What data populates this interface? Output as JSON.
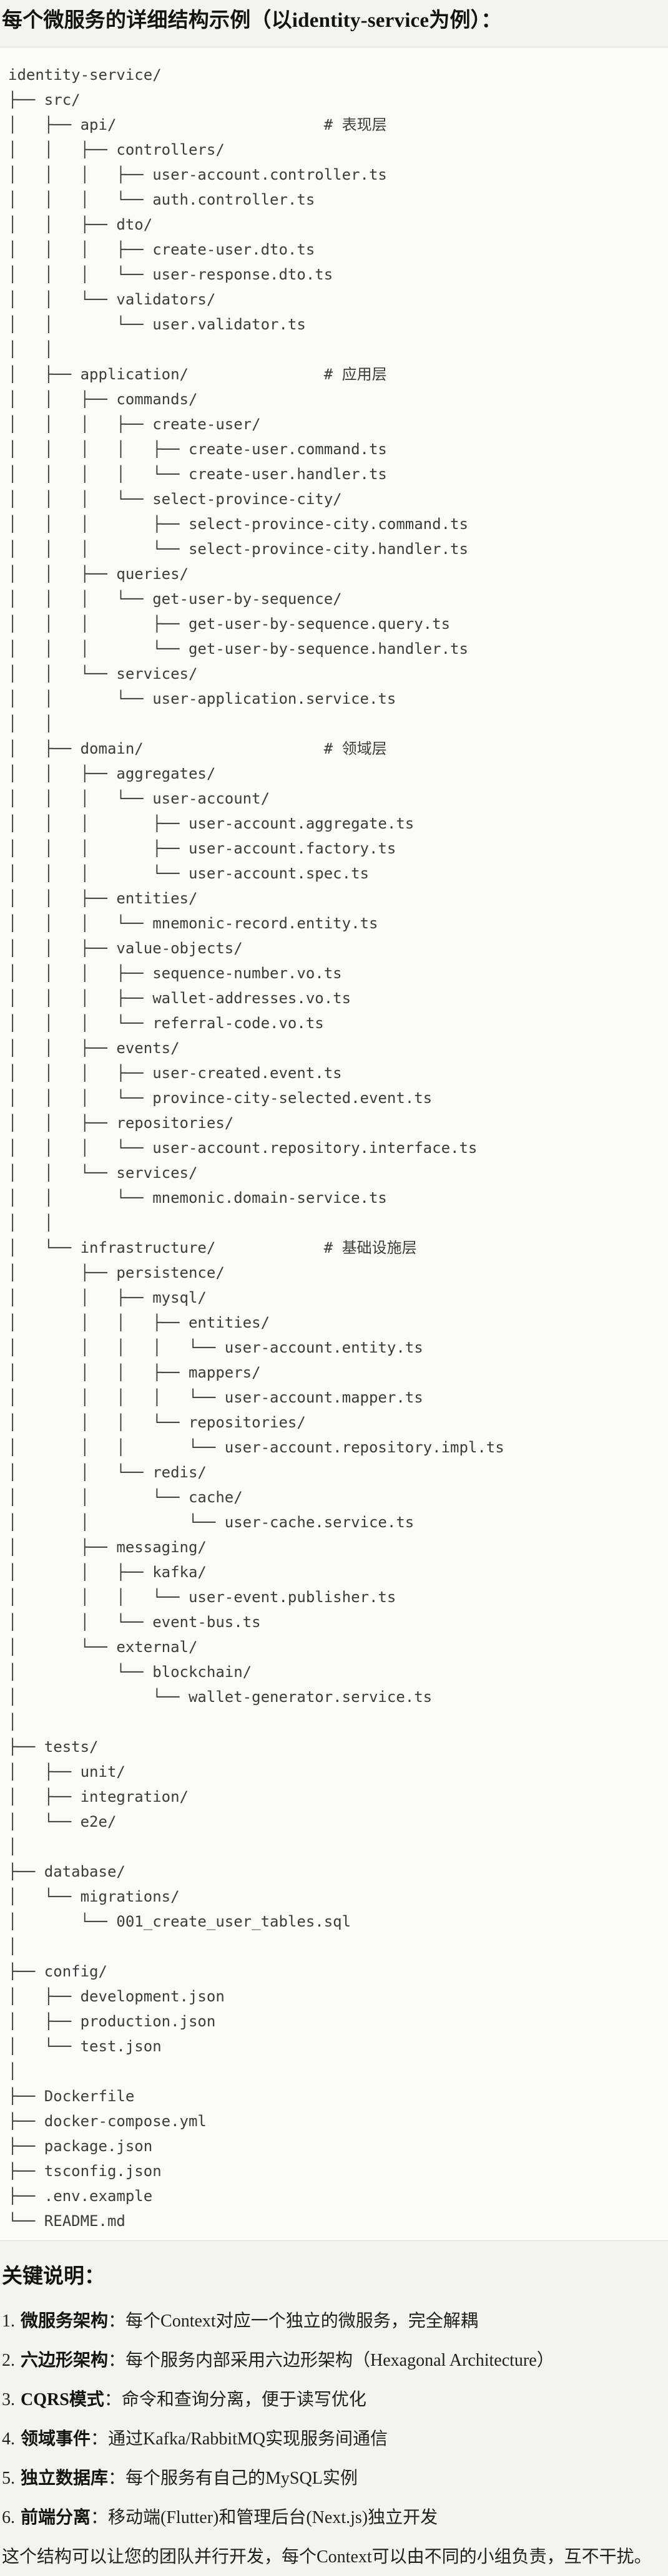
{
  "title": "每个微服务的详细结构示例（以identity-service为例）：",
  "tree": {
    "lines": [
      "identity-service/",
      "├── src/",
      "│   ├── api/                       # 表现层",
      "│   │   ├── controllers/",
      "│   │   │   ├── user-account.controller.ts",
      "│   │   │   └── auth.controller.ts",
      "│   │   ├── dto/",
      "│   │   │   ├── create-user.dto.ts",
      "│   │   │   └── user-response.dto.ts",
      "│   │   └── validators/",
      "│   │       └── user.validator.ts",
      "│   │",
      "│   ├── application/               # 应用层",
      "│   │   ├── commands/",
      "│   │   │   ├── create-user/",
      "│   │   │   │   ├── create-user.command.ts",
      "│   │   │   │   └── create-user.handler.ts",
      "│   │   │   └── select-province-city/",
      "│   │   │       ├── select-province-city.command.ts",
      "│   │   │       └── select-province-city.handler.ts",
      "│   │   ├── queries/",
      "│   │   │   └── get-user-by-sequence/",
      "│   │   │       ├── get-user-by-sequence.query.ts",
      "│   │   │       └── get-user-by-sequence.handler.ts",
      "│   │   └── services/",
      "│   │       └── user-application.service.ts",
      "│   │",
      "│   ├── domain/                    # 领域层",
      "│   │   ├── aggregates/",
      "│   │   │   └── user-account/",
      "│   │   │       ├── user-account.aggregate.ts",
      "│   │   │       ├── user-account.factory.ts",
      "│   │   │       └── user-account.spec.ts",
      "│   │   ├── entities/",
      "│   │   │   └── mnemonic-record.entity.ts",
      "│   │   ├── value-objects/",
      "│   │   │   ├── sequence-number.vo.ts",
      "│   │   │   ├── wallet-addresses.vo.ts",
      "│   │   │   └── referral-code.vo.ts",
      "│   │   ├── events/",
      "│   │   │   ├── user-created.event.ts",
      "│   │   │   └── province-city-selected.event.ts",
      "│   │   ├── repositories/",
      "│   │   │   └── user-account.repository.interface.ts",
      "│   │   └── services/",
      "│   │       └── mnemonic.domain-service.ts",
      "│   │",
      "│   └── infrastructure/            # 基础设施层",
      "│       ├── persistence/",
      "│       │   ├── mysql/",
      "│       │   │   ├── entities/",
      "│       │   │   │   └── user-account.entity.ts",
      "│       │   │   ├── mappers/",
      "│       │   │   │   └── user-account.mapper.ts",
      "│       │   │   └── repositories/",
      "│       │   │       └── user-account.repository.impl.ts",
      "│       │   └── redis/",
      "│       │       └── cache/",
      "│       │           └── user-cache.service.ts",
      "│       ├── messaging/",
      "│       │   ├── kafka/",
      "│       │   │   └── user-event.publisher.ts",
      "│       │   └── event-bus.ts",
      "│       └── external/",
      "│           └── blockchain/",
      "│               └── wallet-generator.service.ts",
      "│",
      "├── tests/",
      "│   ├── unit/",
      "│   ├── integration/",
      "│   └── e2e/",
      "│",
      "├── database/",
      "│   └── migrations/",
      "│       └── 001_create_user_tables.sql",
      "│",
      "├── config/",
      "│   ├── development.json",
      "│   ├── production.json",
      "│   └── test.json",
      "│",
      "├── Dockerfile",
      "├── docker-compose.yml",
      "├── package.json",
      "├── tsconfig.json",
      "├── .env.example",
      "└── README.md"
    ]
  },
  "notes": {
    "heading": "关键说明：",
    "items": [
      {
        "num": "1.",
        "term": "微服务架构",
        "colon": "：",
        "desc": "每个Context对应一个独立的微服务，完全解耦"
      },
      {
        "num": "2.",
        "term": "六边形架构",
        "colon": "：",
        "desc": "每个服务内部采用六边形架构（Hexagonal Architecture）"
      },
      {
        "num": "3.",
        "term": "CQRS模式",
        "colon": "：",
        "desc": "命令和查询分离，便于读写优化"
      },
      {
        "num": "4.",
        "term": "领域事件",
        "colon": "：",
        "desc": "通过Kafka/RabbitMQ实现服务间通信"
      },
      {
        "num": "5.",
        "term": "独立数据库",
        "colon": "：",
        "desc": "每个服务有自己的MySQL实例"
      },
      {
        "num": "6.",
        "term": "前端分离",
        "colon": "：",
        "desc": "移动端(Flutter)和管理后台(Next.js)独立开发"
      }
    ],
    "footer": "这个结构可以让您的团队并行开发，每个Context可以由不同的小组负责，互不干扰。"
  },
  "colors": {
    "page_background": "#F4F3ED",
    "code_background": "#FCFBF8",
    "code_border": "#DEDCD4",
    "heading_text": "#13120E",
    "code_text": "#3D3C38",
    "body_text": "#201F1A"
  }
}
